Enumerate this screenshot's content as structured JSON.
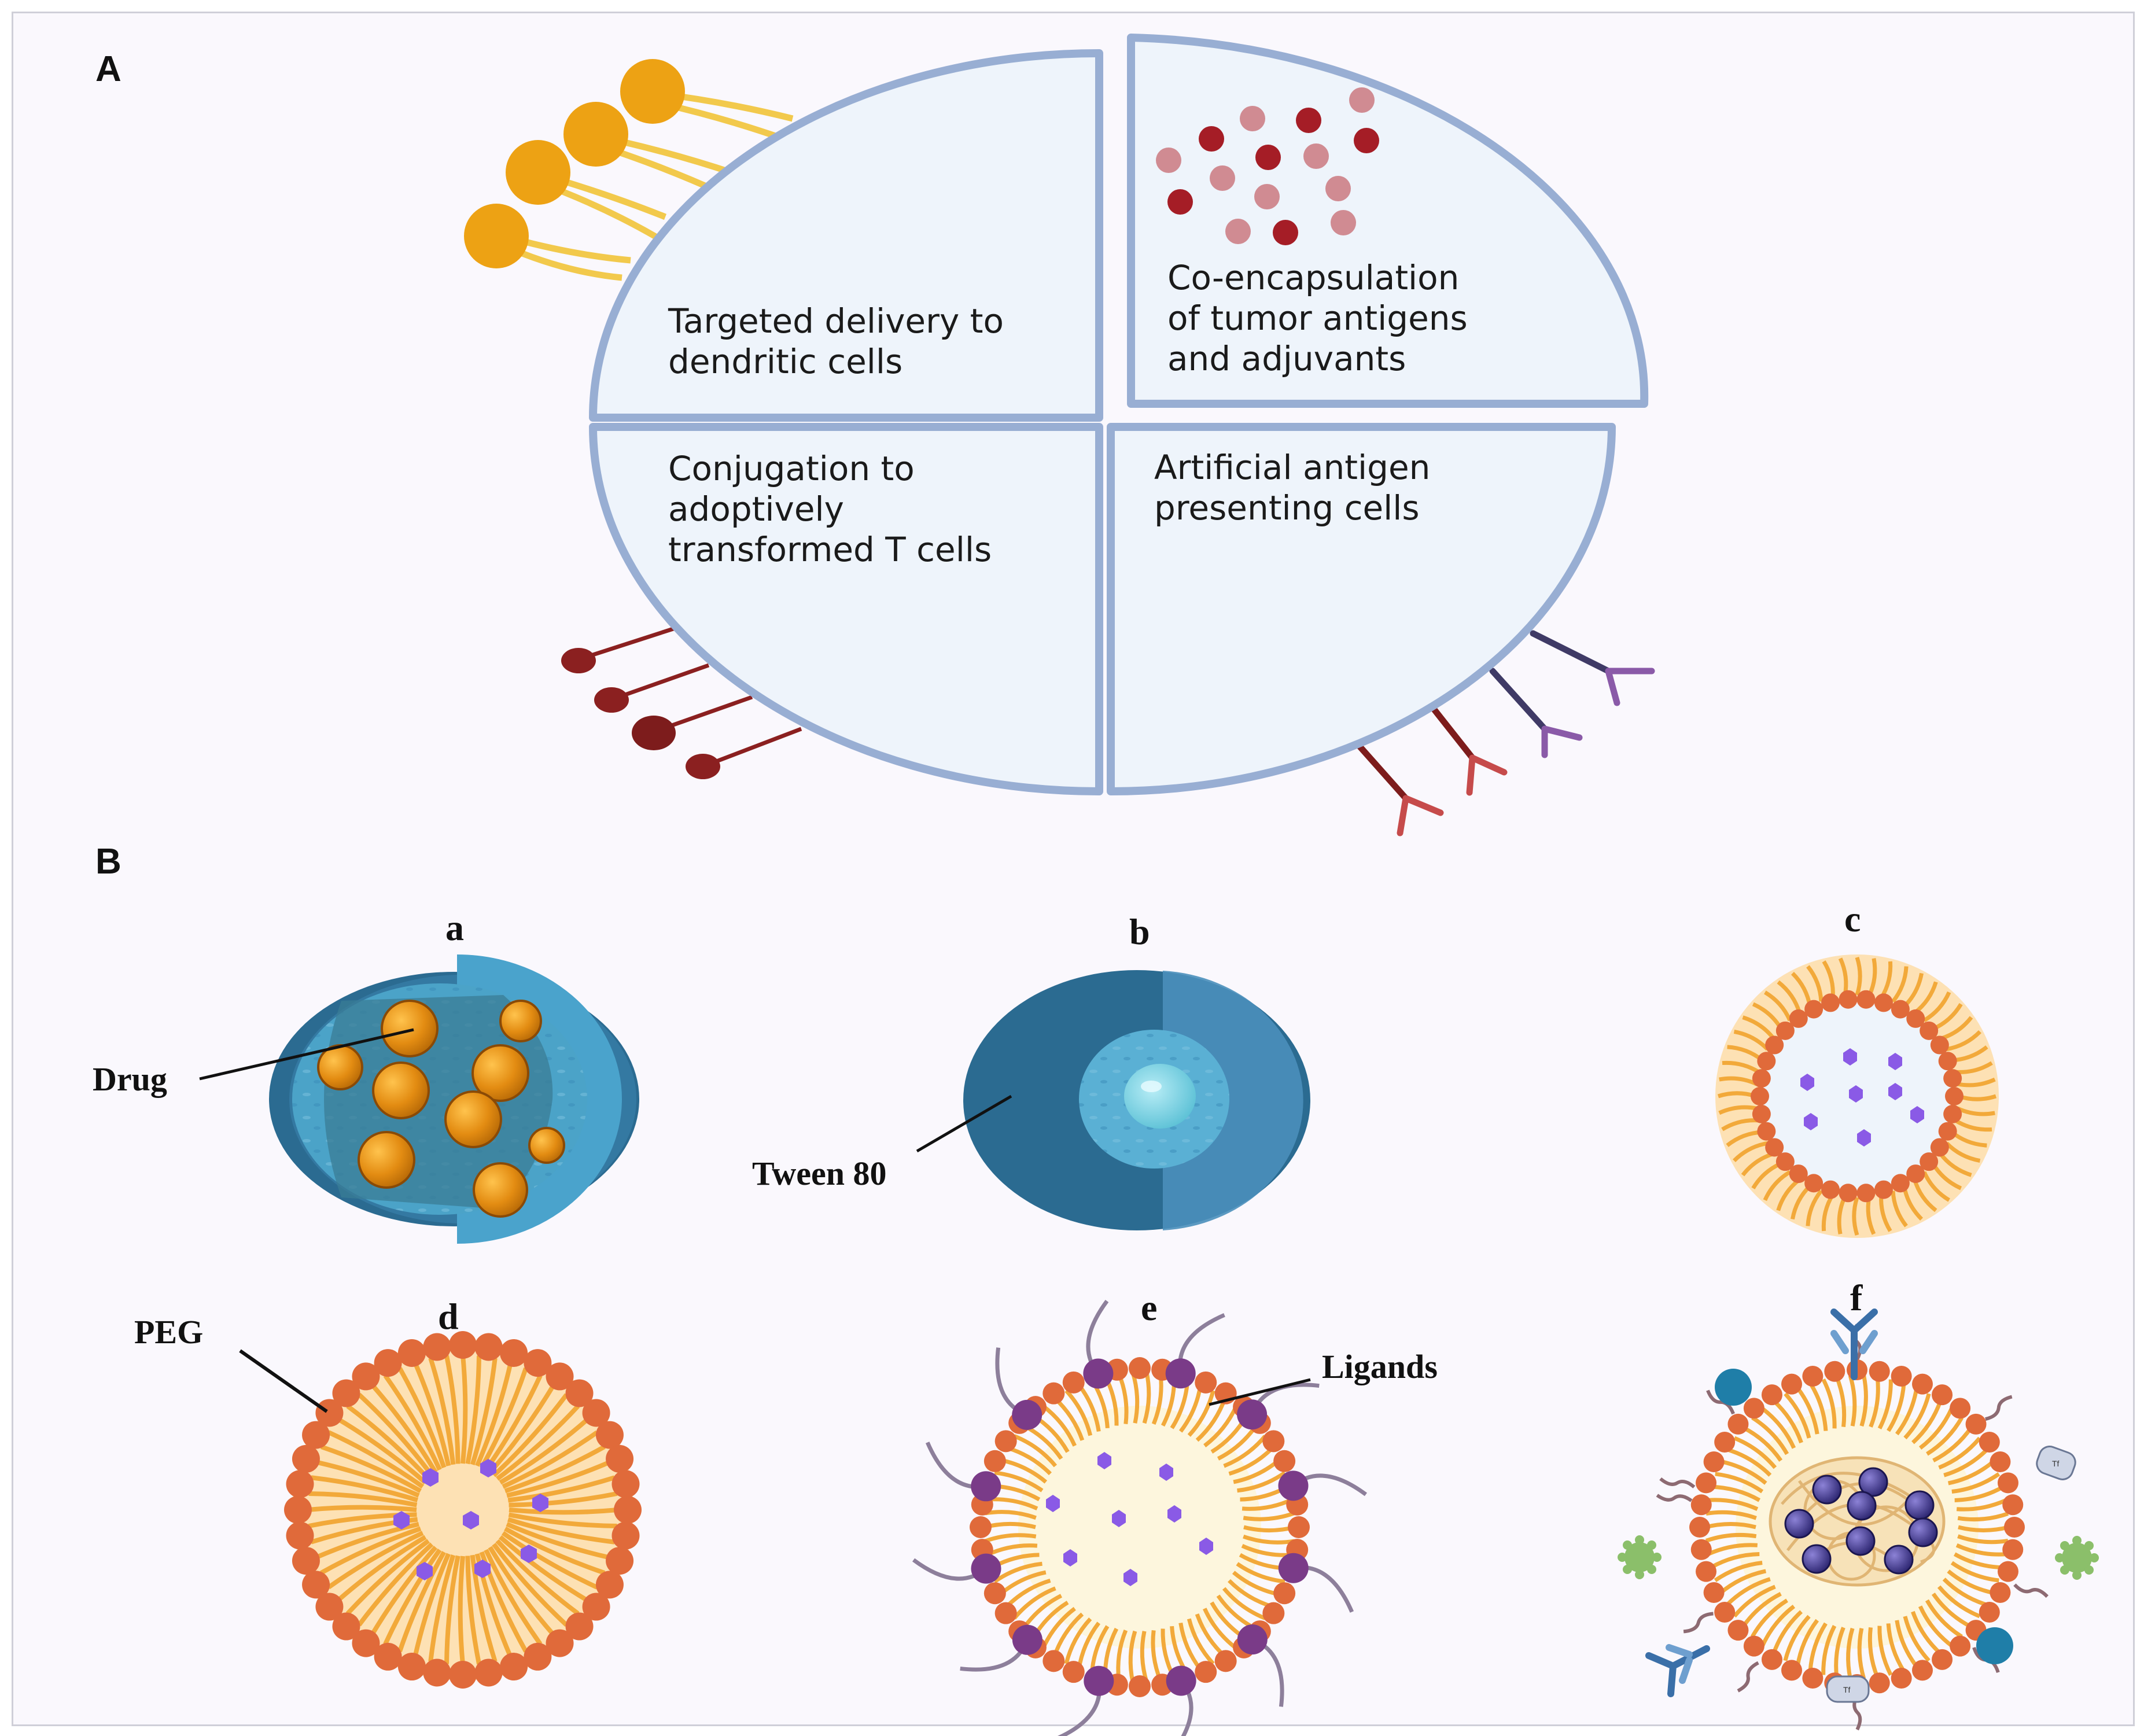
{
  "panel_a": {
    "label": "A",
    "quadrants": {
      "top_left": [
        "Targeted delivery to",
        "dendritic cells"
      ],
      "top_right": [
        "Co-encapsulation",
        "of tumor antigens",
        "and adjuvants"
      ],
      "bottom_left": [
        "Conjugation to",
        "adoptively",
        "transformed T cells"
      ],
      "bottom_right": [
        "Artificial antigen",
        "presenting cells"
      ]
    }
  },
  "panel_b": {
    "label": "B",
    "sub_labels": {
      "a": "a",
      "b": "b",
      "c": "c",
      "d": "d",
      "e": "e",
      "f": "f"
    },
    "callouts": {
      "drug": "Drug",
      "tween": "Tween 80",
      "peg": "PEG",
      "ligands": "Ligands",
      "tf": "Tf"
    }
  },
  "colors": {
    "circle_fill": "#eef4fb",
    "circle_stroke": "#98aed3",
    "orange_ligand": "#eda214",
    "dark_red": "#8b2020",
    "antibody_red": "#c64b4b",
    "antibody_purple": "#8a5aa8",
    "micelle_outer": "#2b6b91",
    "micelle_inner": "#4aa3cc",
    "lipid_head": "#e06a3a",
    "lipid_tail": "#f2a93a",
    "liposome_fill": "#fde1b4"
  }
}
